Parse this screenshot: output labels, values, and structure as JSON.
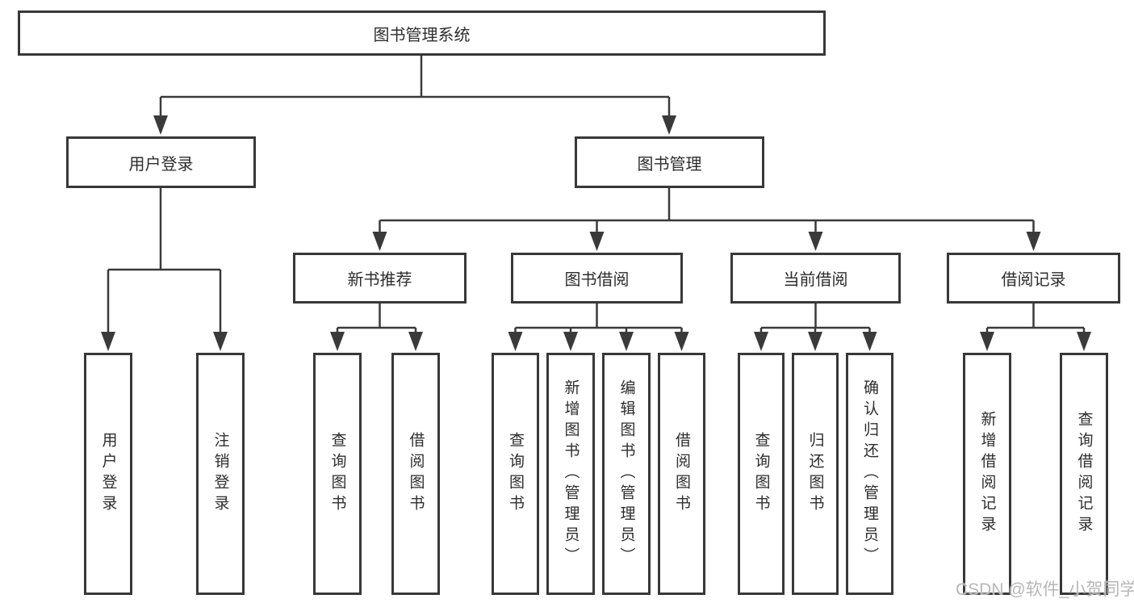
{
  "diagram": {
    "title": "图书管理系统",
    "accent_color": "#383838",
    "background_color": "#ffffff",
    "watermark": "CSDN @软件_小贺同学",
    "nodes": {
      "root": {
        "label": "图书管理系统"
      },
      "l2": [
        {
          "label": "用户登录"
        },
        {
          "label": "图书管理"
        }
      ],
      "l3": [
        {
          "label": "新书推荐"
        },
        {
          "label": "图书借阅"
        },
        {
          "label": "当前借阅"
        },
        {
          "label": "借阅记录"
        }
      ],
      "leaves": [
        {
          "label": "用户登录"
        },
        {
          "label": "注销登录"
        },
        {
          "label": "查询图书"
        },
        {
          "label": "借阅图书"
        },
        {
          "label": "查询图书"
        },
        {
          "label": "新增图书（管理员）"
        },
        {
          "label": "编辑图书（管理员）"
        },
        {
          "label": "借阅图书"
        },
        {
          "label": "查询图书"
        },
        {
          "label": "归还图书"
        },
        {
          "label": "确认归还（管理员）"
        },
        {
          "label": "新增借阅记录"
        },
        {
          "label": "查询借阅记录"
        }
      ]
    }
  }
}
